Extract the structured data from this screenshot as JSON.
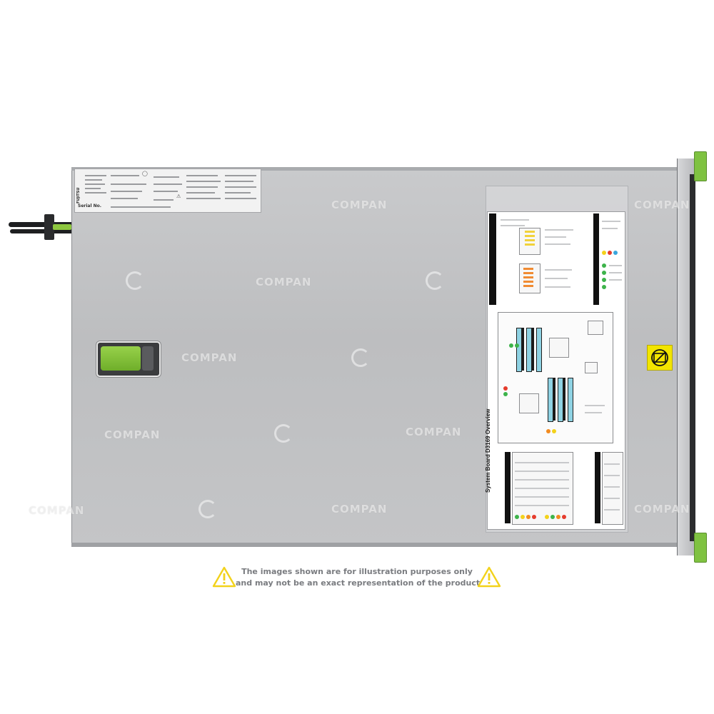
{
  "label": {
    "brand": "FUJITSU",
    "serial_title": "Serial No."
  },
  "service_sheet": {
    "title": "System Board D3169 Overview"
  },
  "disclaimer": {
    "line1": "The images shown are for illustration purposes only",
    "line2": "and may not be an exact representation of the product."
  },
  "watermark": {
    "text": "COMPAN"
  },
  "colors": {
    "chassis": "#c4c5c7",
    "accent_green": "#8dc63f",
    "warning_yellow": "#f2e500",
    "dimm_blue": "#8fd3e4",
    "disclaimer_text": "#7a7c80"
  },
  "icons": [
    "warning-triangle-icon",
    "no-hdd-icon"
  ]
}
